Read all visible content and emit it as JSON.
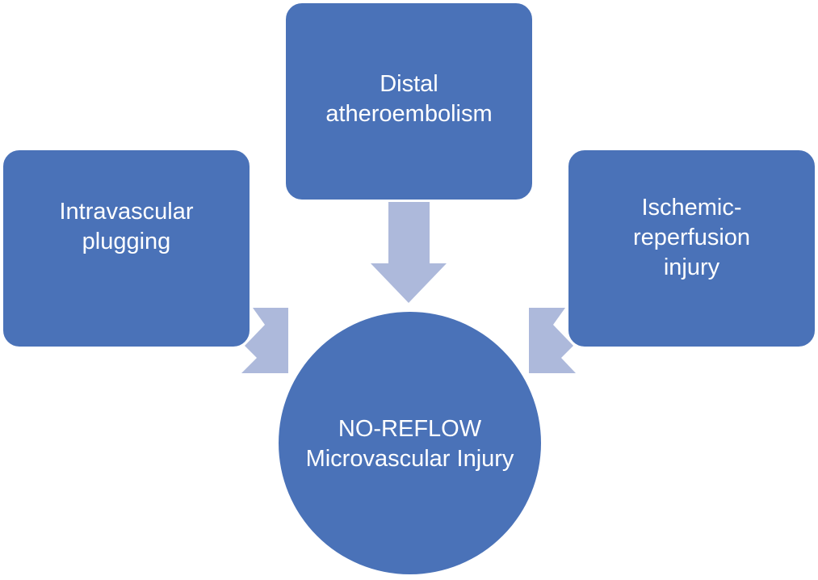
{
  "diagram": {
    "nodes": {
      "top": {
        "label": "Distal\natheroembolism"
      },
      "left": {
        "label": "Intravascular\nplugging"
      },
      "right": {
        "label": "Ischemic-\nreperfusion\ninjury"
      },
      "center": {
        "label": "NO-REFLOW\nMicrovascular Injury"
      }
    },
    "edges": [
      {
        "from": "top",
        "to": "center"
      },
      {
        "from": "left",
        "to": "center"
      },
      {
        "from": "right",
        "to": "center"
      }
    ],
    "colors": {
      "node_fill": "#4a72b8",
      "node_text": "#ffffff",
      "arrow_fill": "#adb9db"
    }
  }
}
